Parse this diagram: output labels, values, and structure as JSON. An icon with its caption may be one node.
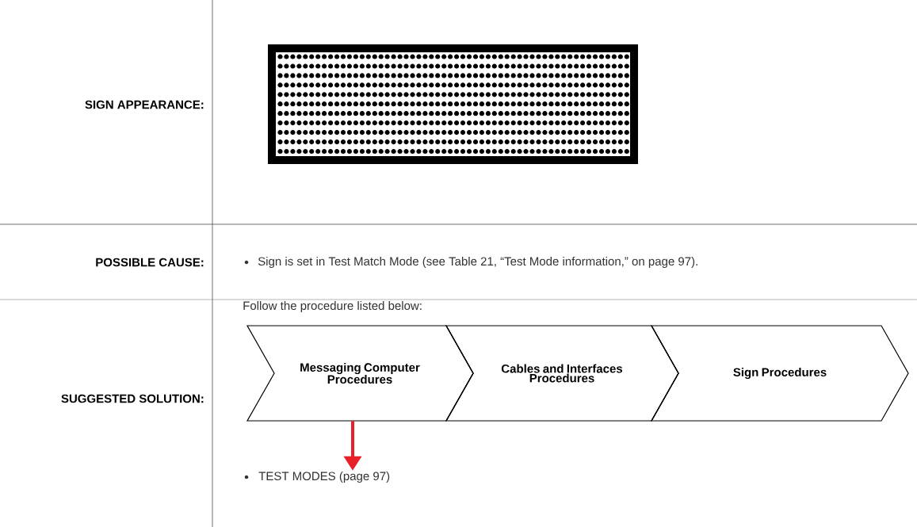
{
  "diagram": {
    "nodes": [
      {
        "text": [
          "Messaging Computer Procedures"
        ]
      },
      {
        "text": [
          "Cables and Interfaces Procedures"
        ]
      },
      {
        "text": [
          "Sign Procedures"
        ]
      },
      {
        "text": [
          "TEST MODES (page 97)"
        ]
      }
    ],
    "edges": [
      {
        "from": 0,
        "to": 3,
        "arrow": "to",
        "style": "thick",
        "color": "#e8202a"
      },
      {
        "from": 0,
        "to": 1,
        "arrow": "none"
      },
      {
        "from": 1,
        "to": 2,
        "arrow": "none"
      }
    ],
    "labels": [
      "SIGN APPEARANCE:",
      "POSSIBLE CAUSE:",
      "Sign is set in Test Match Mode (see Table 21, “Test Mode information,” on page 97).",
      "SUGGESTED SOLUTION:",
      "Follow the procedure listed below:"
    ]
  }
}
